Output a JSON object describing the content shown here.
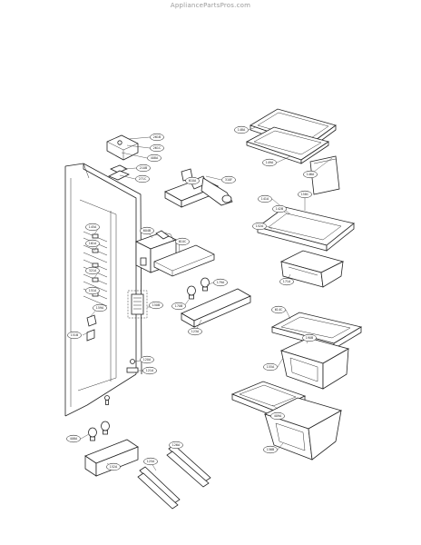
{
  "watermark": "AppliancePartsPros.com",
  "callouts": [
    {
      "id": "c1",
      "text": "261B"
    },
    {
      "id": "c2",
      "text": "261C"
    },
    {
      "id": "c3",
      "text": "408A"
    },
    {
      "id": "c4",
      "text": "210B"
    },
    {
      "id": "c5",
      "text": "271C"
    },
    {
      "id": "c6",
      "text": "310F"
    },
    {
      "id": "c7",
      "text": "610A"
    },
    {
      "id": "c8",
      "text": "148A"
    },
    {
      "id": "c9",
      "text": "149A"
    },
    {
      "id": "c10",
      "text": "146A"
    },
    {
      "id": "c11",
      "text": "141A"
    },
    {
      "id": "c12",
      "text": "158C"
    },
    {
      "id": "c13",
      "text": "142B"
    },
    {
      "id": "c14",
      "text": "152A"
    },
    {
      "id": "c15",
      "text": "171A"
    },
    {
      "id": "c16",
      "text": "614C"
    },
    {
      "id": "c17",
      "text": "190B"
    },
    {
      "id": "c18",
      "text": "155A"
    },
    {
      "id": "c19",
      "text": "409A"
    },
    {
      "id": "c20",
      "text": "156B"
    },
    {
      "id": "c21",
      "text": "604B"
    },
    {
      "id": "c22",
      "text": "610C"
    },
    {
      "id": "c23",
      "text": "170B"
    },
    {
      "id": "c24",
      "text": "179A"
    },
    {
      "id": "c25",
      "text": "123A"
    },
    {
      "id": "c26",
      "text": "150B"
    },
    {
      "id": "c27",
      "text": "145A"
    },
    {
      "id": "c28",
      "text": "161A"
    },
    {
      "id": "c29",
      "text": "321A"
    },
    {
      "id": "c30",
      "text": "151A"
    },
    {
      "id": "c31",
      "text": "159A"
    },
    {
      "id": "c32",
      "text": "151B"
    },
    {
      "id": "c33",
      "text": "120A"
    },
    {
      "id": "c34",
      "text": "121A"
    },
    {
      "id": "c35",
      "text": "408A"
    },
    {
      "id": "c36",
      "text": "152A"
    },
    {
      "id": "c37",
      "text": "125A"
    },
    {
      "id": "c38",
      "text": "126A"
    }
  ]
}
